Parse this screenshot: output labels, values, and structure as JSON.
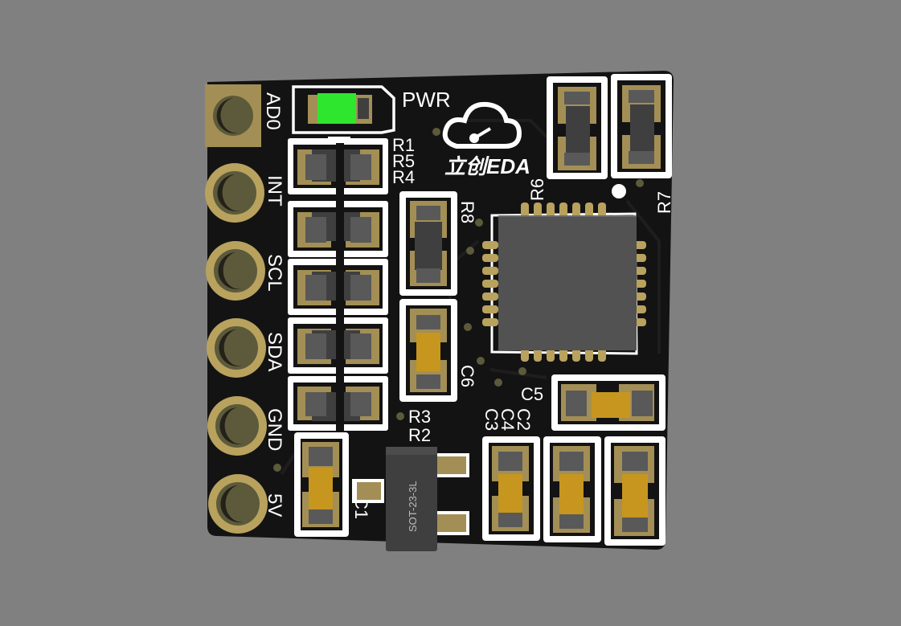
{
  "board": {
    "pin_labels": [
      "AD0",
      "INT",
      "SCL",
      "SDA",
      "GND",
      "5V"
    ],
    "power_label": "PWR",
    "logo_text": "立创EDA",
    "designators": {
      "r1": "R1",
      "r5": "R5",
      "r4": "R4",
      "r8": "R8",
      "r6": "R6",
      "r7": "R7",
      "r3": "R3",
      "r2": "R2",
      "c1": "C1",
      "c3": "C3",
      "c4": "C4",
      "c5": "C5",
      "c6": "C6",
      "c2": "C2"
    },
    "regulator_label": "SOT-23-3L"
  },
  "colors": {
    "background": "#808080",
    "board": "#141313",
    "silkscreen": "#ffffff",
    "pad_gold": "#b8a25e",
    "led_green": "#2ee62e",
    "component_body": "#3f3f3f",
    "cap_body": "#c7961f"
  }
}
